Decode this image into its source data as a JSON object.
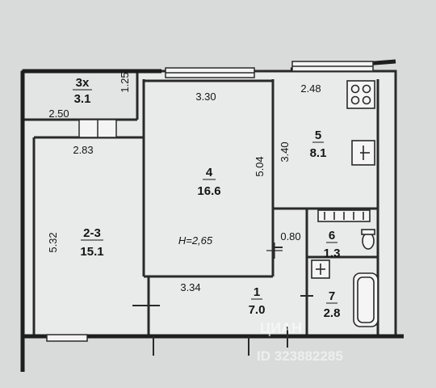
{
  "colors": {
    "background": "#d9dbdb",
    "wall": "#2a2a2a",
    "wall_fill": "#f2f2f2",
    "room_fill": "#e9eaea",
    "text": "#151515",
    "watermark": "#ffffff"
  },
  "rooms": [
    {
      "id": "balcony",
      "number": "3х",
      "area": "3.1"
    },
    {
      "id": "living",
      "number": "4",
      "area": "16.6"
    },
    {
      "id": "kitchen",
      "number": "5",
      "area": "8.1"
    },
    {
      "id": "bedroom",
      "number": "2-3",
      "area": "15.1"
    },
    {
      "id": "hall",
      "number": "1",
      "area": "7.0"
    },
    {
      "id": "wc",
      "number": "6",
      "area": "1.3"
    },
    {
      "id": "bath",
      "number": "7",
      "area": "2.8"
    }
  ],
  "dimensions": {
    "balcony_depth": "1.25",
    "balcony_width": "2.50",
    "living_width": "3.30",
    "living_length": "5.04",
    "kitchen_width": "2.48",
    "kitchen_length": "3.40",
    "bedroom_width": "2.83",
    "bedroom_length": "5.32",
    "hall_width": "3.34",
    "wc_width": "0.80"
  },
  "ceiling_height": "H=2,65",
  "watermark": {
    "text": "ЦИАН",
    "id": "ID 323882285"
  },
  "icons": [
    "stove-icon",
    "sink-icon",
    "toilet-icon",
    "bathtub-icon",
    "washbasin-icon"
  ]
}
